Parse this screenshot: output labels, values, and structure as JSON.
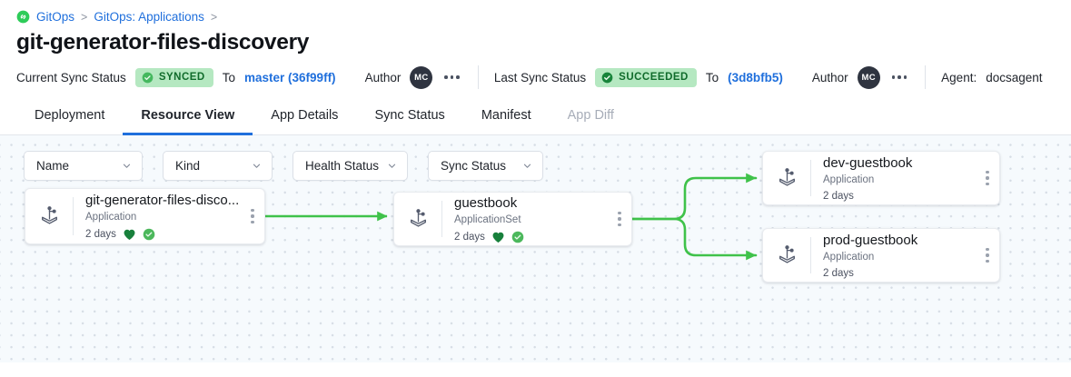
{
  "breadcrumb": {
    "icon": "gitops-icon",
    "items": [
      {
        "label": "GitOps",
        "sep": ">"
      },
      {
        "label": "GitOps: Applications",
        "sep": ">"
      }
    ]
  },
  "page": {
    "title": "git-generator-files-discovery"
  },
  "status_bar": {
    "current": {
      "label": "Current Sync Status",
      "badge": "SYNCED",
      "badge_bg": "#b5e8c1",
      "badge_color": "#106b2b",
      "to_label": "To",
      "revision": "master (36f99ff)",
      "author_label": "Author",
      "avatar": "MC",
      "menu": "more-options"
    },
    "last": {
      "label": "Last Sync Status",
      "badge": "SUCCEEDED",
      "badge_bg": "#b5e8c1",
      "badge_color": "#106b2b",
      "to_label": "To",
      "revision": "(3d8bfb5)",
      "author_label": "Author",
      "avatar": "MC",
      "menu": "more-options"
    },
    "agent": {
      "label": "Agent:",
      "value": "docsagent"
    }
  },
  "tabs": [
    {
      "label": "Deployment",
      "active": false,
      "disabled": false
    },
    {
      "label": "Resource View",
      "active": true,
      "disabled": false
    },
    {
      "label": "App Details",
      "active": false,
      "disabled": false
    },
    {
      "label": "Sync Status",
      "active": false,
      "disabled": false
    },
    {
      "label": "Manifest",
      "active": false,
      "disabled": false
    },
    {
      "label": "App Diff",
      "active": false,
      "disabled": true
    }
  ],
  "filters": [
    {
      "label": "Name"
    },
    {
      "label": "Kind"
    },
    {
      "label": "Health Status"
    },
    {
      "label": "Sync Status"
    }
  ],
  "graph": {
    "accent_edge_color": "#3fc24a",
    "nodes": [
      {
        "id": "git-generator-files-discovery",
        "title": "git-generator-files-disco...",
        "kind": "Application",
        "age": "2 days",
        "health": "healthy",
        "sync": "synced",
        "show_status_icons": true
      },
      {
        "id": "guestbook",
        "title": "guestbook",
        "kind": "ApplicationSet",
        "age": "2 days",
        "health": "healthy",
        "sync": "synced",
        "show_status_icons": true
      },
      {
        "id": "dev-guestbook",
        "title": "dev-guestbook",
        "kind": "Application",
        "age": "2 days",
        "health": "",
        "sync": "",
        "show_status_icons": false
      },
      {
        "id": "prod-guestbook",
        "title": "prod-guestbook",
        "kind": "Application",
        "age": "2 days",
        "health": "",
        "sync": "",
        "show_status_icons": false
      }
    ],
    "edges": [
      {
        "from": "git-generator-files-discovery",
        "to": "guestbook"
      },
      {
        "from": "guestbook",
        "to": "dev-guestbook"
      },
      {
        "from": "guestbook",
        "to": "prod-guestbook"
      }
    ]
  }
}
